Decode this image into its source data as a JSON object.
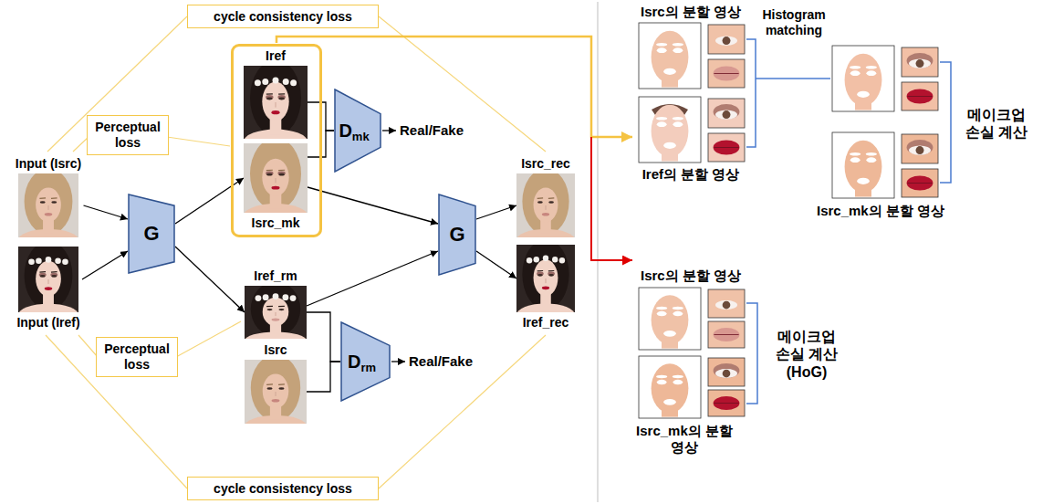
{
  "diagram": {
    "nodes": [
      {
        "text": [
          "cycle consistency loss"
        ]
      },
      {
        "text": [
          "Perceptual loss"
        ]
      },
      {
        "text": [
          "Input (Isrc)"
        ]
      },
      {
        "text": [
          "Input (Iref)"
        ]
      },
      {
        "text": [
          "G"
        ]
      },
      {
        "text": []
      },
      {
        "text": [
          "Iref"
        ],
        "in": 5
      },
      {
        "text": [
          "Isrc_mk"
        ],
        "in": 5
      },
      {
        "text": [
          "D",
          "mk"
        ]
      },
      {
        "text": [
          "Iref_rm"
        ]
      },
      {
        "text": [
          "Isrc"
        ]
      },
      {
        "text": [
          "Perceptual loss"
        ]
      },
      {
        "text": [
          "D",
          "rm"
        ]
      },
      {
        "text": [
          "G"
        ]
      },
      {
        "text": [
          "Isrc_rec"
        ]
      },
      {
        "text": [
          "Iref_rec"
        ]
      },
      {
        "text": [
          "cycle consistency loss"
        ]
      }
    ],
    "edges": [
      {
        "from": 2,
        "to": 4,
        "arrow": "to"
      },
      {
        "from": 3,
        "to": 4,
        "arrow": "to"
      },
      {
        "from": 4,
        "to": 7,
        "arrow": "to"
      },
      {
        "from": 4,
        "to": 9,
        "arrow": "to"
      },
      {
        "from": 6,
        "to": 8,
        "arrow": "none"
      },
      {
        "from": 7,
        "to": 8,
        "arrow": "none"
      },
      {
        "from": 7,
        "to": 13,
        "arrow": "to"
      },
      {
        "from": 9,
        "to": 13,
        "arrow": "to"
      },
      {
        "from": 9,
        "to": 12,
        "arrow": "none"
      },
      {
        "from": 10,
        "to": 12,
        "arrow": "none"
      },
      {
        "from": 13,
        "to": 14,
        "arrow": "to"
      },
      {
        "from": 13,
        "to": 15,
        "arrow": "to"
      }
    ],
    "labels": [
      "Real/Fake",
      "Real/Fake",
      "Isrc의 분할 영상",
      "Iref의 분할 영상",
      "Histogram matching",
      "메이크업 손실 계산",
      "Isrc_mk의 분할 영상",
      "Isrc의 분할 영상",
      "메이크업 손실 계산 (HoG)",
      "Isrc_mk의 분할 영상"
    ]
  }
}
